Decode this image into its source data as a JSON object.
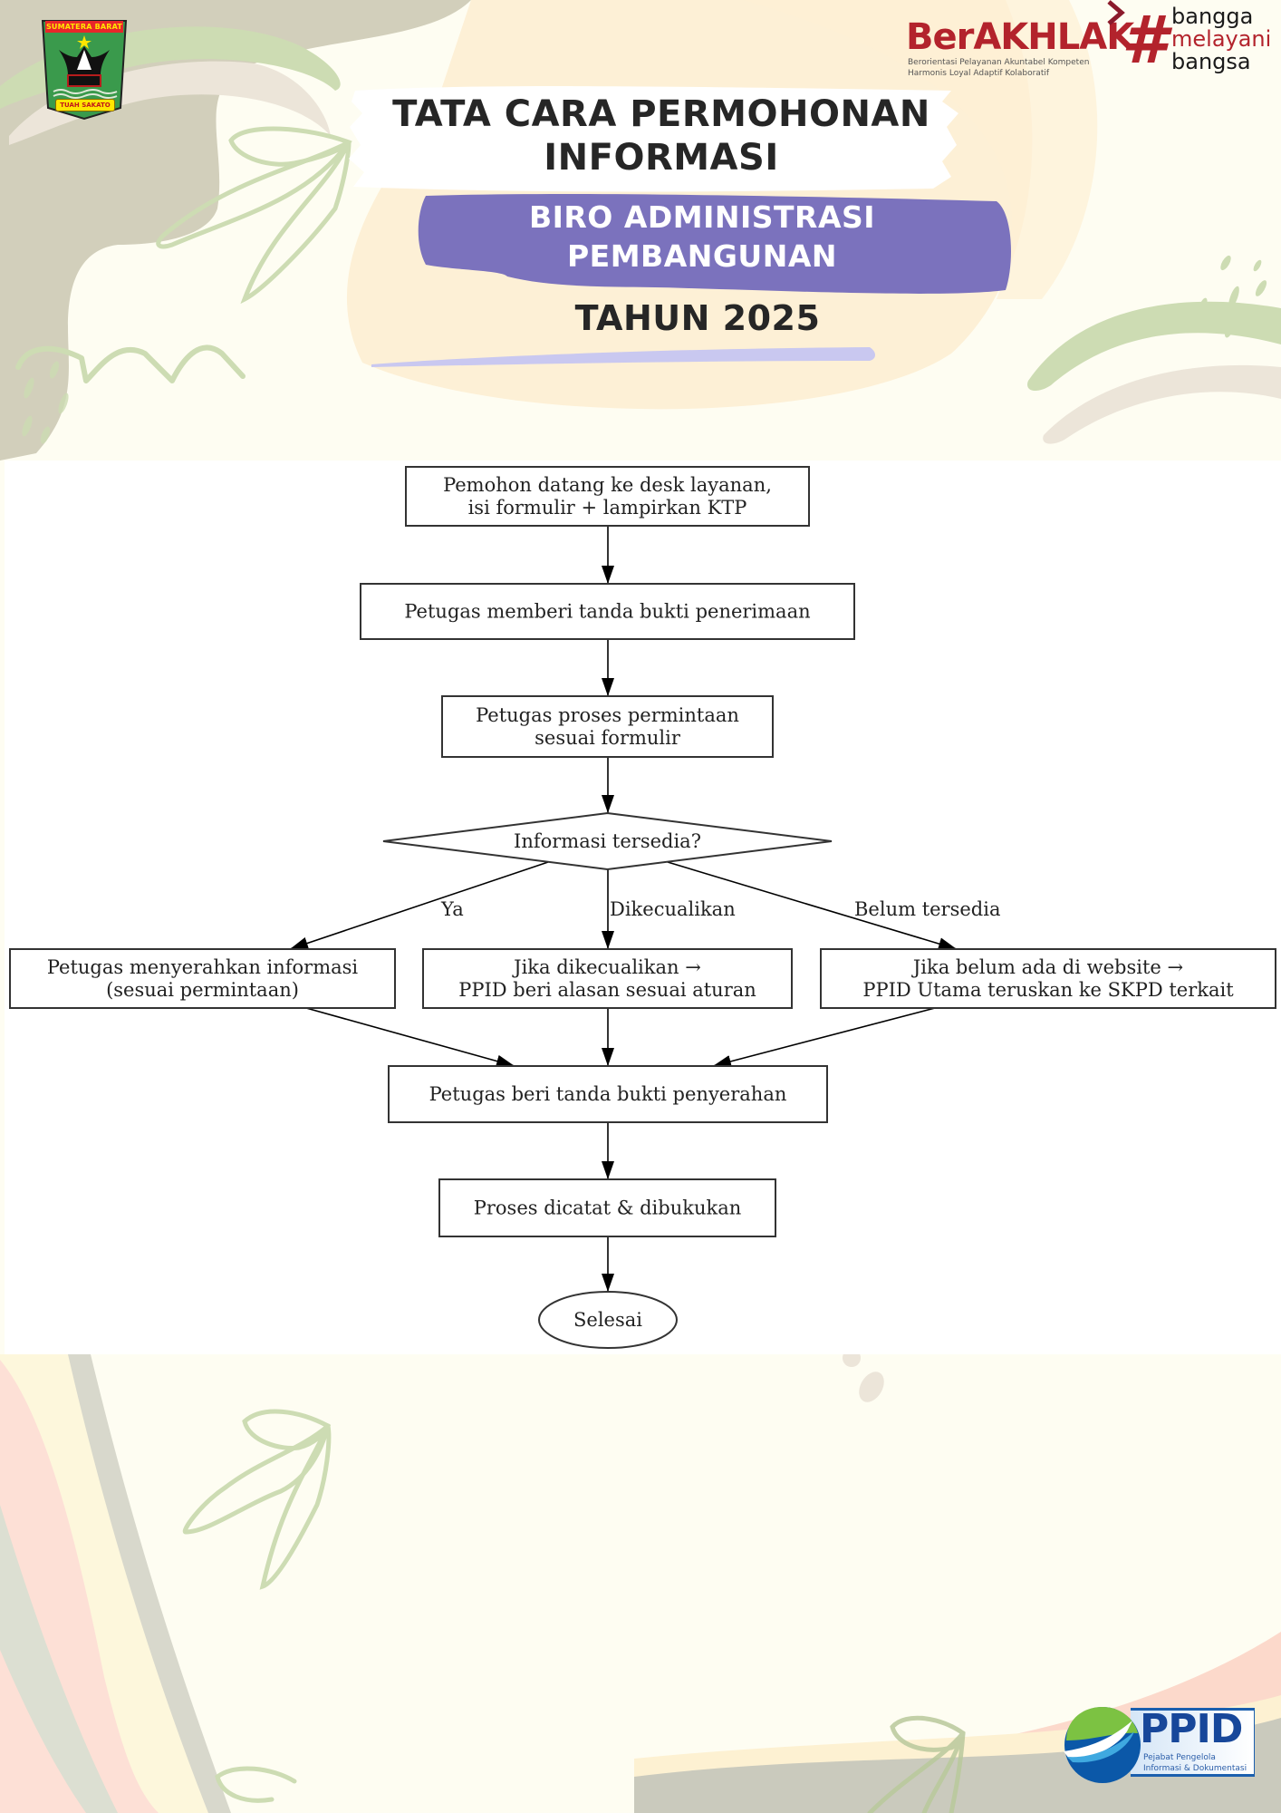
{
  "header": {
    "logo_left": {
      "name": "Sumatera Barat coat of arms",
      "top_text": "SUMATERA BARAT",
      "motto": "TUAH SAKATO"
    },
    "logo_right": {
      "brand": "BerAKHLAK",
      "tagline_line1": "Berorientasi Pelayanan Akuntabel Kompeten",
      "tagline_line2": "Harmonis Loyal Adaptif Kolaboratif",
      "hashtag_symbol": "#",
      "slogan": [
        "bangga",
        "melayani",
        "bangsa"
      ]
    }
  },
  "title": {
    "line1": "TATA CARA PERMOHONAN",
    "line2": "INFORMASI",
    "subtitle_line1": "BIRO ADMINISTRASI",
    "subtitle_line2": "PEMBANGUNAN",
    "year": "TAHUN 2025"
  },
  "flowchart": {
    "nodes": [
      {
        "id": "n1",
        "shape": "box",
        "lines": [
          "Pemohon datang ke desk layanan,",
          "isi formulir + lampirkan KTP"
        ]
      },
      {
        "id": "n2",
        "shape": "box",
        "lines": [
          "Petugas memberi tanda bukti penerimaan"
        ]
      },
      {
        "id": "n3",
        "shape": "box",
        "lines": [
          "Petugas proses permintaan",
          "sesuai formulir"
        ]
      },
      {
        "id": "d1",
        "shape": "diamond",
        "lines": [
          "Informasi tersedia?"
        ]
      },
      {
        "id": "n4",
        "shape": "box",
        "lines": [
          "Petugas menyerahkan informasi",
          "(sesuai permintaan)"
        ]
      },
      {
        "id": "n5",
        "shape": "box",
        "lines": [
          "Jika dikecualikan →",
          "PPID beri alasan sesuai aturan"
        ]
      },
      {
        "id": "n6",
        "shape": "box",
        "lines": [
          "Jika belum ada di website →",
          "PPID Utama teruskan ke SKPD terkait"
        ]
      },
      {
        "id": "n7",
        "shape": "box",
        "lines": [
          "Petugas beri tanda bukti penyerahan"
        ]
      },
      {
        "id": "n8",
        "shape": "box",
        "lines": [
          "Proses dicatat & dibukukan"
        ]
      },
      {
        "id": "end",
        "shape": "ellipse",
        "lines": [
          "Selesai"
        ]
      }
    ],
    "edges": [
      {
        "from": "n1",
        "to": "n2",
        "label": ""
      },
      {
        "from": "n2",
        "to": "n3",
        "label": ""
      },
      {
        "from": "n3",
        "to": "d1",
        "label": ""
      },
      {
        "from": "d1",
        "to": "n4",
        "label": "Ya"
      },
      {
        "from": "d1",
        "to": "n5",
        "label": "Dikecualikan"
      },
      {
        "from": "d1",
        "to": "n6",
        "label": "Belum tersedia"
      },
      {
        "from": "n4",
        "to": "n7",
        "label": ""
      },
      {
        "from": "n5",
        "to": "n7",
        "label": ""
      },
      {
        "from": "n6",
        "to": "n7",
        "label": ""
      },
      {
        "from": "n7",
        "to": "n8",
        "label": ""
      },
      {
        "from": "n8",
        "to": "end",
        "label": ""
      }
    ]
  },
  "footer": {
    "logo": {
      "brand": "PPID",
      "line1": "Pejabat Pengelola",
      "line2": "Informasi & Dokumentasi"
    }
  },
  "colors": {
    "background": "#fefdf2",
    "accent_purple": "#7b72bd",
    "accent_lavender": "#c9c8f0",
    "leaf_green": "#cddcb3",
    "taupe": "#d2cfbb",
    "brand_red": "#b3232c",
    "ppid_blue": "#17479a"
  }
}
